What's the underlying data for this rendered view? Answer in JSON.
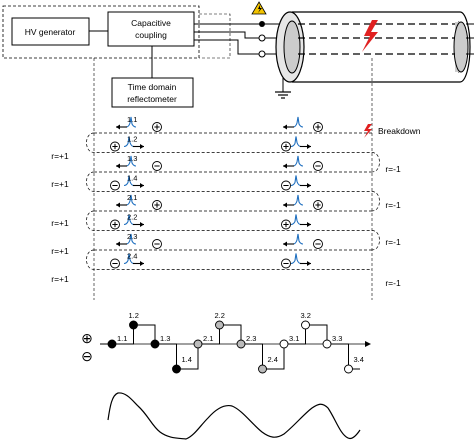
{
  "blocks": {
    "hv_generator": "HV generator",
    "capacitive_coupling_line1": "Capacitive",
    "capacitive_coupling_line2": "coupling",
    "tdr_line1": "Time domain",
    "tdr_line2": "reflectometer"
  },
  "labels": {
    "breakdown": "Breakdown",
    "r_pos": "r=+1",
    "r_neg": "r=-1",
    "plus": "⊕",
    "minus": "⊖"
  },
  "reflection_rows": [
    {
      "left_id": "1.1",
      "left_sign": "+",
      "right_sign": "+"
    },
    {
      "left_id": "1.2",
      "left_sign": "+",
      "right_sign": "+"
    },
    {
      "left_id": "1.3",
      "left_sign": "-",
      "right_sign": "-"
    },
    {
      "left_id": "1.4",
      "left_sign": "-",
      "right_sign": "-"
    },
    {
      "left_id": "2.1",
      "left_sign": "+",
      "right_sign": "+"
    },
    {
      "left_id": "2.2",
      "left_sign": "+",
      "right_sign": "+"
    },
    {
      "left_id": "2.3",
      "left_sign": "-",
      "right_sign": "-"
    },
    {
      "left_id": "2.4",
      "left_sign": "-",
      "right_sign": "-"
    }
  ],
  "step_points": [
    {
      "id": "1.1",
      "level": "mid",
      "fill": "#000000"
    },
    {
      "id": "1.2",
      "level": "high",
      "fill": "#000000"
    },
    {
      "id": "1.3",
      "level": "mid",
      "fill": "#000000"
    },
    {
      "id": "1.4",
      "level": "low",
      "fill": "#000000"
    },
    {
      "id": "2.1",
      "level": "mid",
      "fill": "#bbbbbb"
    },
    {
      "id": "2.2",
      "level": "high",
      "fill": "#bbbbbb"
    },
    {
      "id": "2.3",
      "level": "mid",
      "fill": "#bbbbbb"
    },
    {
      "id": "2.4",
      "level": "low",
      "fill": "#bbbbbb"
    },
    {
      "id": "3.1",
      "level": "mid",
      "fill": "#ffffff"
    },
    {
      "id": "3.2",
      "level": "high",
      "fill": "#ffffff"
    },
    {
      "id": "3.3",
      "level": "mid",
      "fill": "#ffffff"
    },
    {
      "id": "3.4",
      "level": "low",
      "fill": "#ffffff"
    }
  ],
  "colors": {
    "pulse": "#1f6fbf",
    "breakdown": "#e02020",
    "cable_gray": "#cccccc",
    "warning": "#f3c400"
  },
  "icons": {
    "warning": "high-voltage-warning-icon",
    "ground": "ground-icon",
    "breakdown": "lightning-bolt-icon"
  }
}
